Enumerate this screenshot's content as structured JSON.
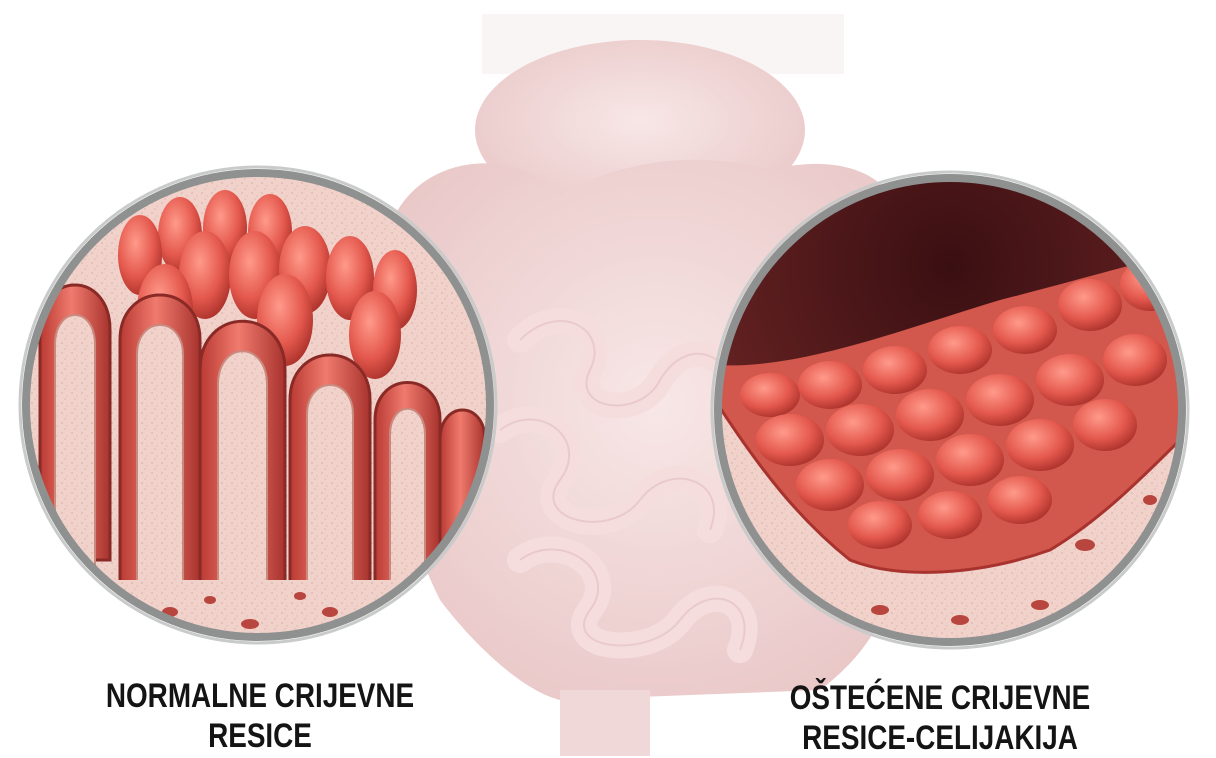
{
  "labels": {
    "normal": {
      "line1": "NORMALNE CRIJEVNE",
      "line2": "RESICE"
    },
    "damaged": {
      "line1": "OŠTEĆENE CRIJEVNE",
      "line2": "RESICE-CELIJAKIJA"
    }
  },
  "colors": {
    "background": "#ffffff",
    "intestine": "#e2a6a6",
    "villus_tissue": "#e8665c",
    "villus_shadow": "#a8332e",
    "lamina": "#f1d2cb",
    "lumen_dark": "#5a1e20",
    "lens_rim": "#8f9090",
    "text": "#141414"
  }
}
